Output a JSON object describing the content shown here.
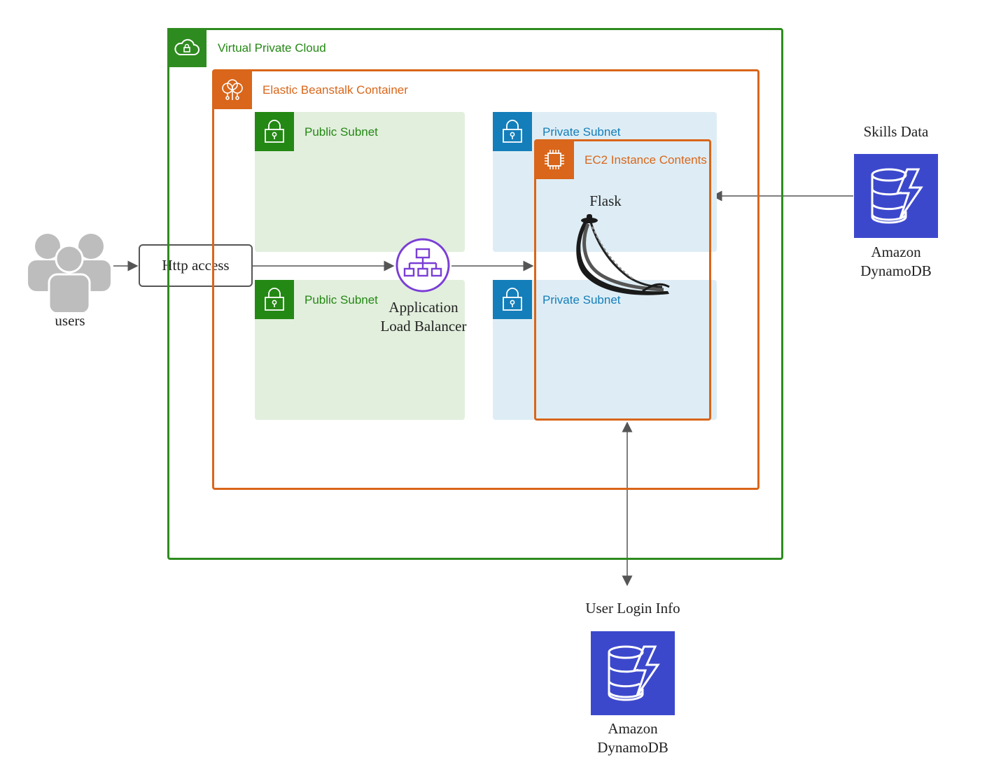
{
  "vpc": {
    "label": "Virtual Private Cloud",
    "icon": "cloud-lock-icon",
    "color": "#2e8b1f"
  },
  "beanstalk": {
    "label": "Elastic Beanstalk Container",
    "icon": "beanstalk-icon",
    "color": "#d9661a"
  },
  "subnets": [
    {
      "label": "Public Subnet",
      "kind": "public",
      "color": "#248814"
    },
    {
      "label": "Public Subnet",
      "kind": "public",
      "color": "#248814"
    },
    {
      "label": "Private Subnet",
      "kind": "private",
      "color": "#147eba"
    },
    {
      "label": "Private Subnet",
      "kind": "private",
      "color": "#147eba"
    }
  ],
  "ec2": {
    "label": "EC2 Instance Contents",
    "icon": "chip-icon"
  },
  "flask": {
    "label": "Flask",
    "icon": "flask-horn-icon"
  },
  "alb": {
    "line1": "Application",
    "line2": "Load Balancer",
    "icon": "load-balancer-icon",
    "color": "#7a3ed6"
  },
  "users": {
    "label": "users",
    "icon": "users-icon"
  },
  "http": {
    "label": "Http access"
  },
  "skills_db": {
    "title": "Skills Data",
    "line1": "Amazon",
    "line2": "DynamoDB",
    "icon": "dynamodb-icon"
  },
  "login_db": {
    "title": "User Login Info",
    "line1": "Amazon",
    "line2": "DynamoDB",
    "icon": "dynamodb-icon"
  }
}
